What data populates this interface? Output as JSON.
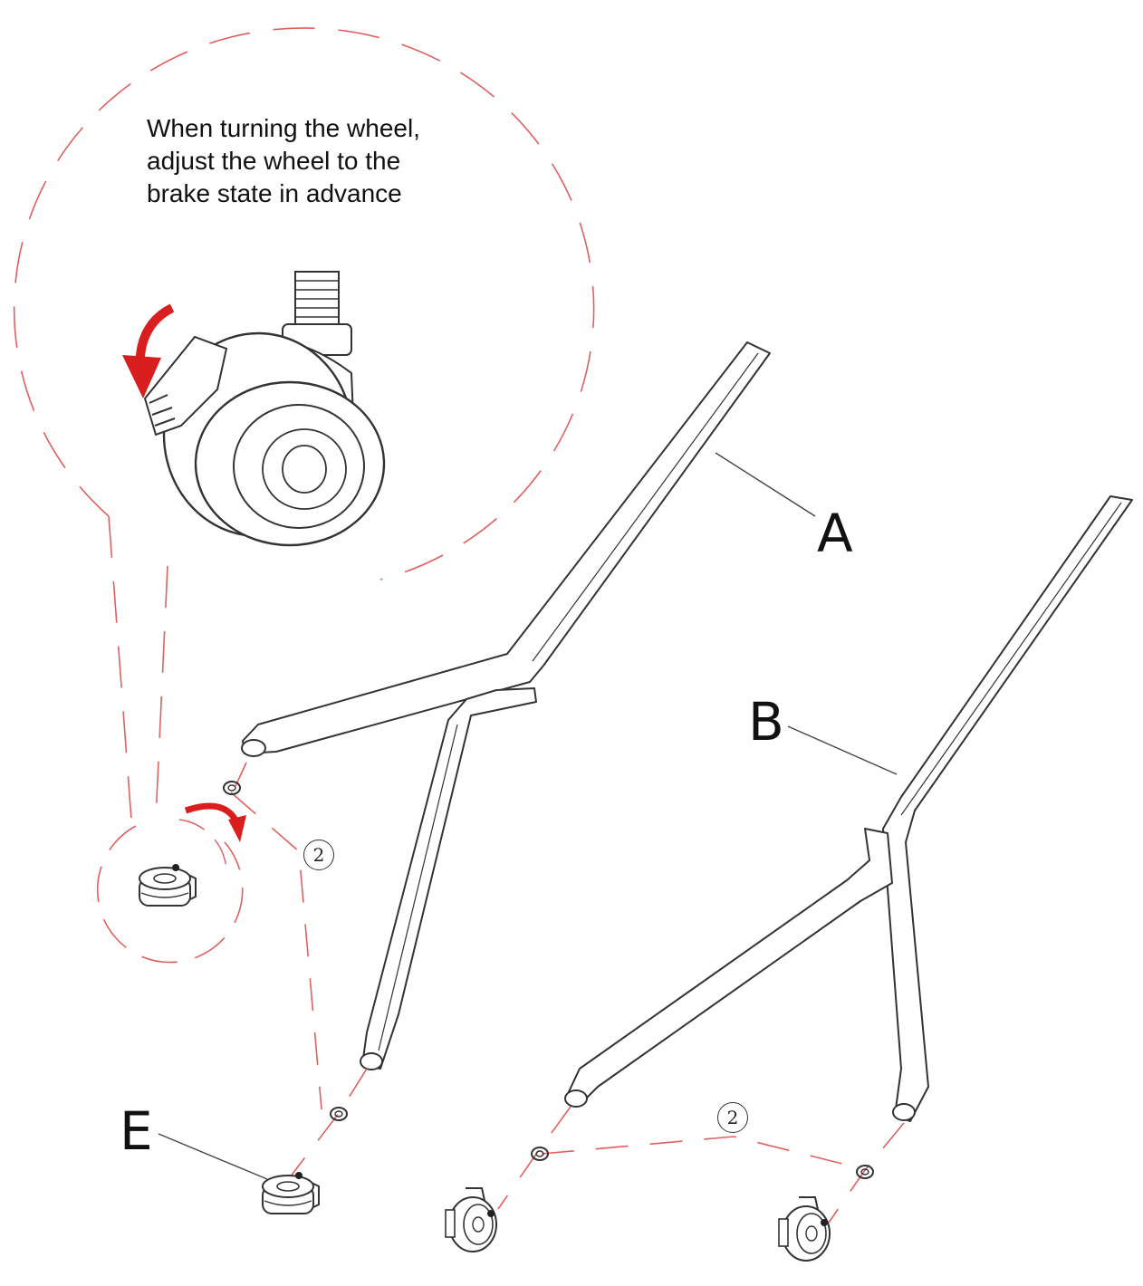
{
  "note": {
    "lines": [
      "When turning the wheel,",
      "adjust the wheel to the",
      "brake state in advance"
    ]
  },
  "labels": {
    "a": "A",
    "b": "B",
    "e": "E"
  },
  "quantity_callouts": [
    "2",
    "2"
  ],
  "colors": {
    "line": "#333333",
    "dash": "#e06060",
    "arrow": "#d81e1e"
  },
  "icons": [
    "rotate-arrow-icon",
    "caster-wheel-icon"
  ]
}
